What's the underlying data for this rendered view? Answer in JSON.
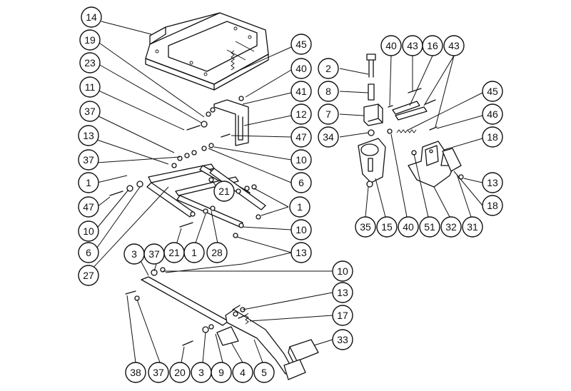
{
  "diagram": {
    "callouts": [
      {
        "id": "c14",
        "label": "14"
      },
      {
        "id": "c19",
        "label": "19"
      },
      {
        "id": "c23",
        "label": "23"
      },
      {
        "id": "c11",
        "label": "11"
      },
      {
        "id": "c37a",
        "label": "37"
      },
      {
        "id": "c13a",
        "label": "13"
      },
      {
        "id": "c37b",
        "label": "37"
      },
      {
        "id": "c1a",
        "label": "1"
      },
      {
        "id": "c47a",
        "label": "47"
      },
      {
        "id": "c10a",
        "label": "10"
      },
      {
        "id": "c6a",
        "label": "6"
      },
      {
        "id": "c27",
        "label": "27"
      },
      {
        "id": "c45a",
        "label": "45"
      },
      {
        "id": "c40a",
        "label": "40"
      },
      {
        "id": "c41",
        "label": "41"
      },
      {
        "id": "c12",
        "label": "12"
      },
      {
        "id": "c47b",
        "label": "47"
      },
      {
        "id": "c10b",
        "label": "10"
      },
      {
        "id": "c6b",
        "label": "6"
      },
      {
        "id": "c21a",
        "label": "21"
      },
      {
        "id": "c1b",
        "label": "1"
      },
      {
        "id": "c10c",
        "label": "10"
      },
      {
        "id": "c13b",
        "label": "13"
      },
      {
        "id": "c21b",
        "label": "21"
      },
      {
        "id": "c1c",
        "label": "1"
      },
      {
        "id": "c28",
        "label": "28"
      },
      {
        "id": "c3a",
        "label": "3"
      },
      {
        "id": "c37c",
        "label": "37"
      },
      {
        "id": "c10d",
        "label": "10"
      },
      {
        "id": "c13c",
        "label": "13"
      },
      {
        "id": "c17",
        "label": "17"
      },
      {
        "id": "c33",
        "label": "33"
      },
      {
        "id": "c38",
        "label": "38"
      },
      {
        "id": "c37d",
        "label": "37"
      },
      {
        "id": "c20",
        "label": "20"
      },
      {
        "id": "c3b",
        "label": "3"
      },
      {
        "id": "c9",
        "label": "9"
      },
      {
        "id": "c4",
        "label": "4"
      },
      {
        "id": "c5",
        "label": "5"
      },
      {
        "id": "c2",
        "label": "2"
      },
      {
        "id": "c8",
        "label": "8"
      },
      {
        "id": "c7",
        "label": "7"
      },
      {
        "id": "c34",
        "label": "34"
      },
      {
        "id": "c40b",
        "label": "40"
      },
      {
        "id": "c43a",
        "label": "43"
      },
      {
        "id": "c16",
        "label": "16"
      },
      {
        "id": "c43b",
        "label": "43"
      },
      {
        "id": "c45b",
        "label": "45"
      },
      {
        "id": "c46",
        "label": "46"
      },
      {
        "id": "c18a",
        "label": "18"
      },
      {
        "id": "c13d",
        "label": "13"
      },
      {
        "id": "c18b",
        "label": "18"
      },
      {
        "id": "c35",
        "label": "35"
      },
      {
        "id": "c15",
        "label": "15"
      },
      {
        "id": "c40c",
        "label": "40"
      },
      {
        "id": "c51",
        "label": "51"
      },
      {
        "id": "c32",
        "label": "32"
      },
      {
        "id": "c31",
        "label": "31"
      }
    ]
  }
}
